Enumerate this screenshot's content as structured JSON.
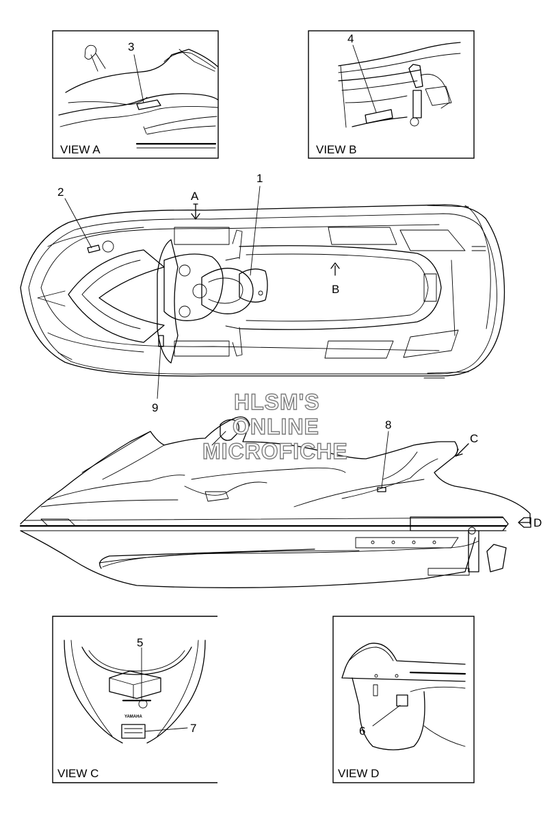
{
  "views": {
    "a": "VIEW A",
    "b": "VIEW B",
    "c": "VIEW C",
    "d": "VIEW D"
  },
  "arrows": {
    "a": "A",
    "b": "B",
    "c": "C",
    "d": "D"
  },
  "callouts": {
    "n1": "1",
    "n2": "2",
    "n3": "3",
    "n4": "4",
    "n5": "5",
    "n6": "6",
    "n7": "7",
    "n8": "8",
    "n9": "9"
  },
  "watermark": {
    "line1": "HLSM'S",
    "line2": "ONLINE",
    "line3": "MICROFICHE"
  },
  "stern_logo_text": "YAMAHA"
}
